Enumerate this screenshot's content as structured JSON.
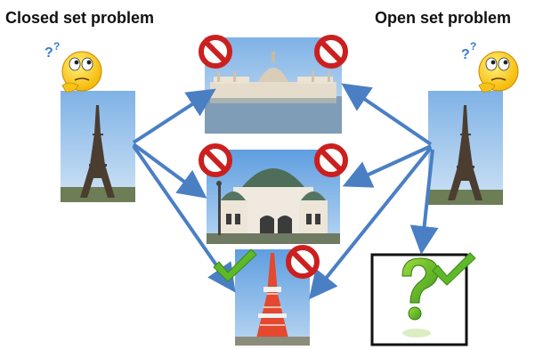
{
  "titles": {
    "closed": "Closed set problem",
    "open": "Open set problem"
  },
  "icons": {
    "thinking_face": "thinking-face-icon",
    "question_marks": "?",
    "prohibited": "prohibited-icon",
    "checkmark": "checkmark-icon",
    "big_question": "?"
  },
  "colors": {
    "arrow": "#4a7fc4",
    "prohibited": "#cc1f1f",
    "check": "#5fb82a",
    "sky": "#9cc3e8",
    "face": "#ffd23a"
  },
  "panels": {
    "closed_query": "Eiffel Tower",
    "open_query": "Eiffel Tower",
    "gallery": [
      "Hungarian Parliament",
      "Cathedral of Saint Sava",
      "Tokyo Tower"
    ],
    "unknown_box": "unknown"
  }
}
